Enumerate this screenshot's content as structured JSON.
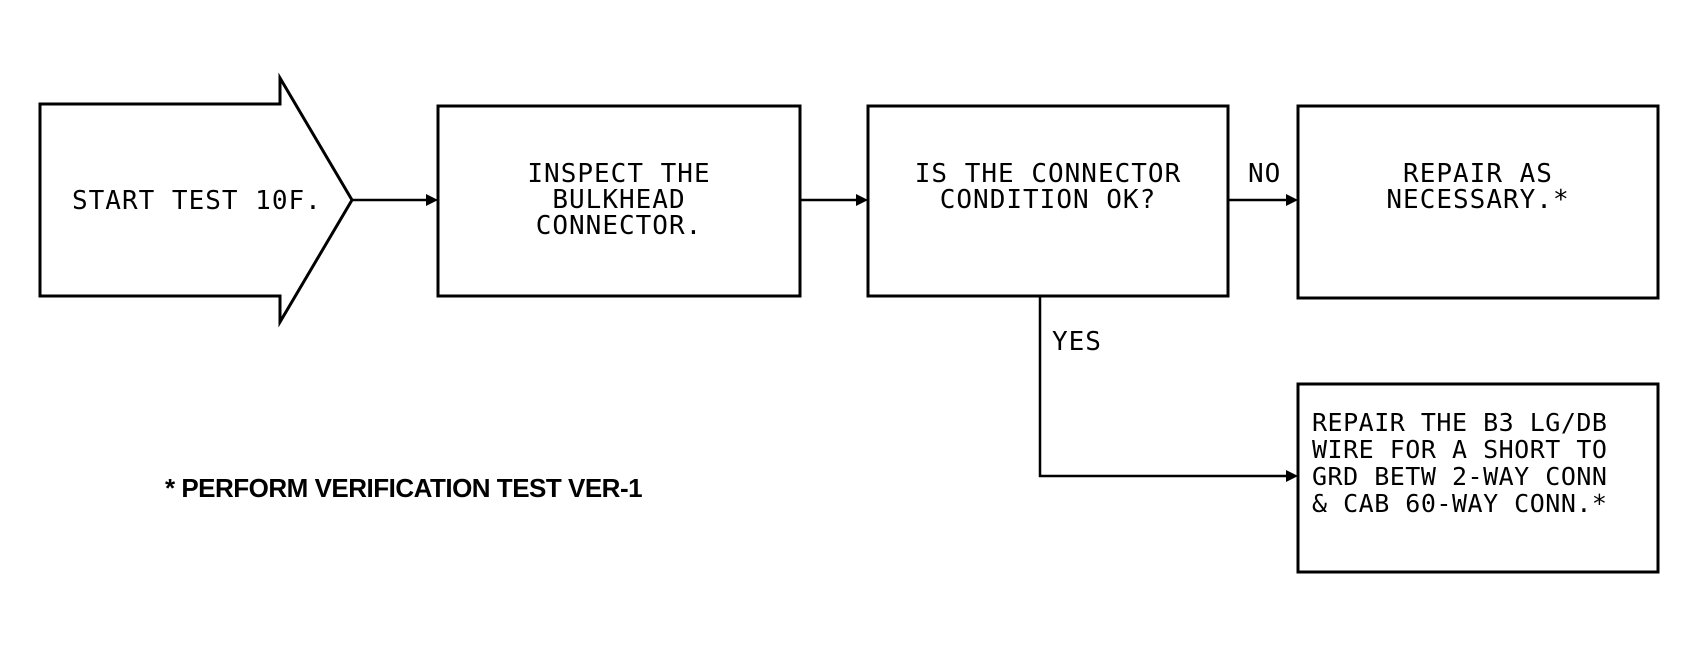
{
  "nodes": {
    "start": {
      "lines": [
        "START TEST 10F."
      ]
    },
    "inspect": {
      "lines": [
        "INSPECT THE",
        "BULKHEAD",
        "CONNECTOR."
      ]
    },
    "decision": {
      "lines": [
        "IS THE CONNECTOR",
        "CONDITION OK?"
      ]
    },
    "repair_as_necessary": {
      "lines": [
        "REPAIR AS",
        "NECESSARY.*"
      ]
    },
    "repair_wire": {
      "lines": [
        "REPAIR THE B3 LG/DB",
        "WIRE FOR A SHORT TO",
        "GRD BETW 2-WAY CONN",
        "& CAB 60-WAY CONN.*"
      ]
    }
  },
  "edges": {
    "no_label": "NO",
    "yes_label": "YES"
  },
  "footnote": "* PERFORM VERIFICATION TEST VER-1"
}
